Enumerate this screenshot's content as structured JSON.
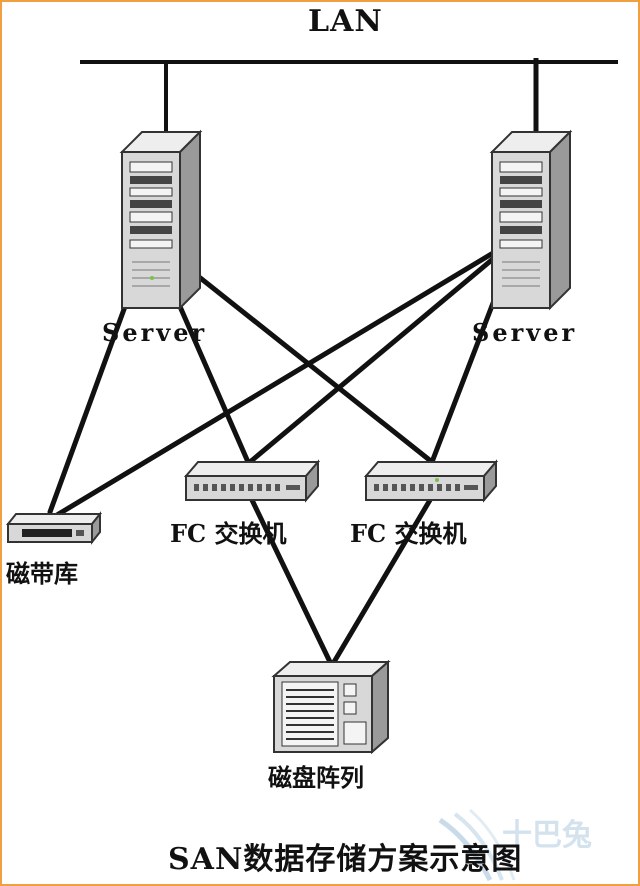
{
  "diagram": {
    "network_label": "LAN",
    "servers": [
      {
        "label": "Server"
      },
      {
        "label": "Server"
      }
    ],
    "switches": [
      {
        "label": "FC 交换机"
      },
      {
        "label": "FC 交换机"
      }
    ],
    "tape_library": {
      "label": "磁带库"
    },
    "disk_array": {
      "label": "磁盘阵列"
    },
    "caption": "SAN数据存储方案示意图"
  },
  "watermark": {
    "text": "十巴兔"
  },
  "colors": {
    "border": "#f0a040",
    "line": "#111111",
    "device": "#d8d8d8"
  }
}
